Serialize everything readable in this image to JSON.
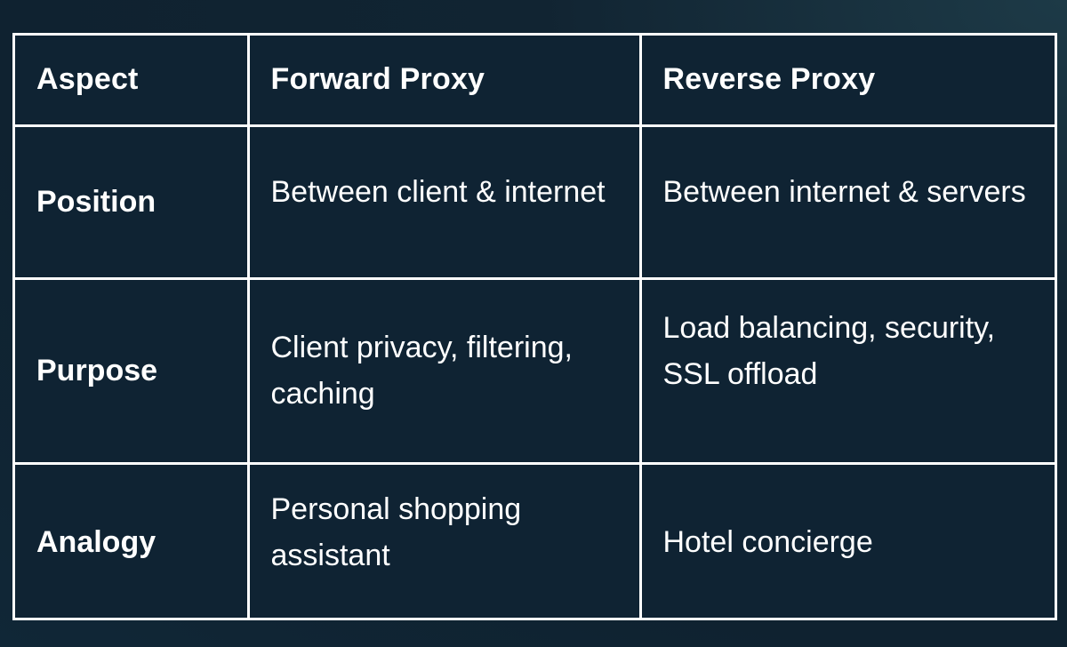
{
  "table": {
    "headers": [
      "Aspect",
      "Forward Proxy",
      "Reverse Proxy"
    ],
    "rows": [
      {
        "aspect": "Position",
        "forward": "Between client & internet",
        "reverse": "Between internet & servers"
      },
      {
        "aspect": "Purpose",
        "forward": "Client privacy, filtering, caching",
        "reverse": "Load balancing, security, SSL offload"
      },
      {
        "aspect": "Analogy",
        "forward": "Personal shopping assistant",
        "reverse": "Hotel concierge"
      }
    ]
  },
  "colors": {
    "background": "#112432",
    "table_background": "#0f2333",
    "border": "#ffffff",
    "text": "#ffffff"
  }
}
